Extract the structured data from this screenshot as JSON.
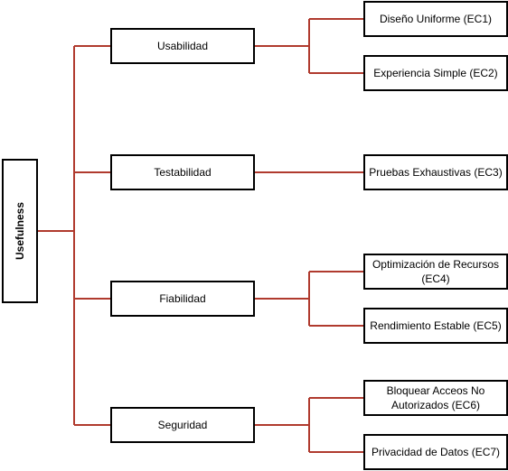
{
  "root": {
    "label": "Usefulness"
  },
  "colors": {
    "connector": "#b03a2e",
    "border": "#000000"
  },
  "branches": [
    {
      "label": "Usabilidad",
      "leaves": [
        "Diseño Uniforme (EC1)",
        "Experiencia Simple (EC2)"
      ]
    },
    {
      "label": "Testabilidad",
      "leaves": [
        "Pruebas Exhaustivas (EC3)"
      ]
    },
    {
      "label": "Fiabilidad",
      "leaves": [
        "Optimización de Recursos (EC4)",
        "Rendimiento Estable (EC5)"
      ]
    },
    {
      "label": "Seguridad",
      "leaves": [
        "Bloquear Acceos No Autorizados (EC6)",
        "Privacidad de Datos (EC7)"
      ]
    }
  ]
}
